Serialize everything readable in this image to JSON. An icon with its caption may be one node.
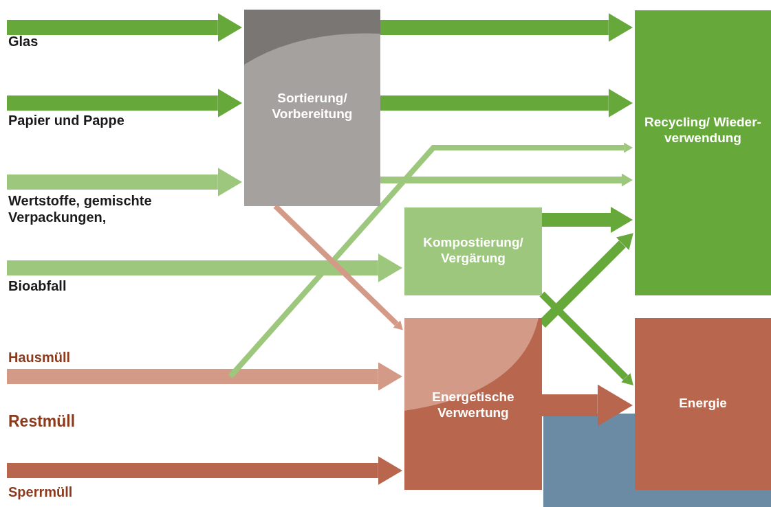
{
  "diagram": {
    "nodes": [
      {
        "text": [
          "Sortierung/ Vorbereitung"
        ]
      },
      {
        "text": [
          "Recycling/ Wieder-verwendung"
        ]
      },
      {
        "text": [
          "Kompostierung/ Vergärung"
        ]
      },
      {
        "text": [
          "Energetische Verwertung"
        ]
      },
      {
        "text": [
          "Energie"
        ]
      }
    ],
    "edges": [
      {
        "from": null,
        "to": 0,
        "arrow": "to"
      },
      {
        "from": null,
        "to": 0,
        "arrow": "to"
      },
      {
        "from": null,
        "to": 0,
        "arrow": "to",
        "color": "#9dc77c"
      },
      {
        "from": null,
        "to": 2,
        "arrow": "to",
        "color": "#9dc77c"
      },
      {
        "from": null,
        "to": 3,
        "arrow": "to",
        "color": "#d49a88"
      },
      {
        "from": null,
        "to": 1,
        "arrow": "to",
        "color": "#9dc77c"
      },
      {
        "from": null,
        "to": 3,
        "arrow": "to",
        "color": "#b9664e"
      },
      {
        "from": 0,
        "to": 1,
        "arrow": "to"
      },
      {
        "from": 0,
        "to": 1,
        "arrow": "to"
      },
      {
        "from": 0,
        "to": 1,
        "arrow": "to",
        "color": "#9dc77c"
      },
      {
        "from": 0,
        "to": 3,
        "arrow": "to",
        "color": "#d49a88"
      },
      {
        "from": 2,
        "to": 1,
        "arrow": "to"
      },
      {
        "from": 2,
        "to": 4,
        "arrow": "to"
      },
      {
        "from": 3,
        "to": 1,
        "arrow": "to"
      },
      {
        "from": 3,
        "to": 4,
        "arrow": "to",
        "color": "#b9664e"
      }
    ],
    "labels": [
      "Glas",
      "Papier und Pappe",
      "Wertstoffe, gemischte Verpackungen,",
      "Bioabfall",
      "Hausmüll",
      "Restmüll",
      "Sperrmüll"
    ]
  }
}
